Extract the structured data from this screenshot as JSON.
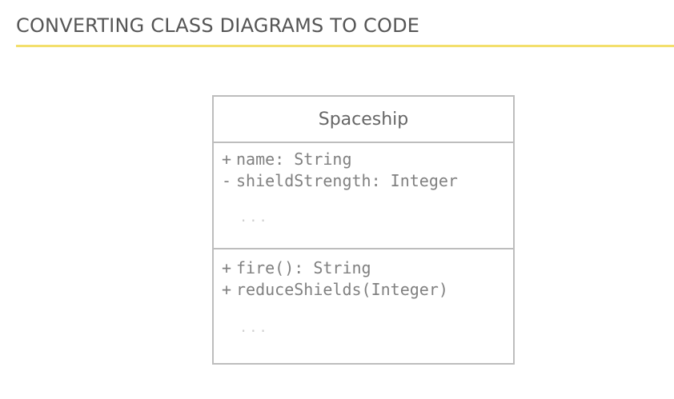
{
  "slide": {
    "title": "CONVERTING CLASS DIAGRAMS TO CODE"
  },
  "class_diagram": {
    "class_name": "Spaceship",
    "attributes": [
      {
        "visibility": "+",
        "text": "name: String"
      },
      {
        "visibility": "-",
        "text": "shieldStrength: Integer"
      }
    ],
    "attributes_ellipsis": "...",
    "operations": [
      {
        "visibility": "+",
        "text": "fire(): String"
      },
      {
        "visibility": "+",
        "text": "reduceShields(Integer)"
      }
    ],
    "operations_ellipsis": "..."
  },
  "colors": {
    "accent_rule": "#f3df6c",
    "box_border": "#bdbdbd",
    "text": "#808080"
  }
}
